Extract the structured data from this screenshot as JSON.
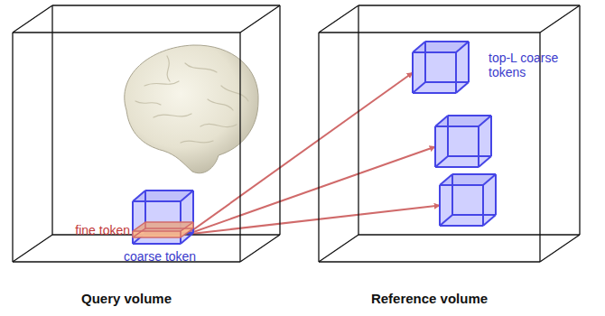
{
  "diagram": {
    "nodes": [
      {
        "text": [
          "Query volume"
        ]
      },
      {
        "text": [
          "coarse token"
        ],
        "in": 0
      },
      {
        "text": [
          "fine token"
        ],
        "in": 1
      },
      {
        "text": [
          "Reference volume"
        ]
      },
      {
        "text": [
          "top-L coarse tokens"
        ],
        "in": 3
      },
      {
        "text": [],
        "in": 3
      },
      {
        "text": [],
        "in": 3
      }
    ],
    "edges": [
      {
        "from": 2,
        "to": 4,
        "arrow": "to"
      },
      {
        "from": 2,
        "to": 5,
        "arrow": "to"
      },
      {
        "from": 2,
        "to": 6,
        "arrow": "to"
      }
    ]
  }
}
